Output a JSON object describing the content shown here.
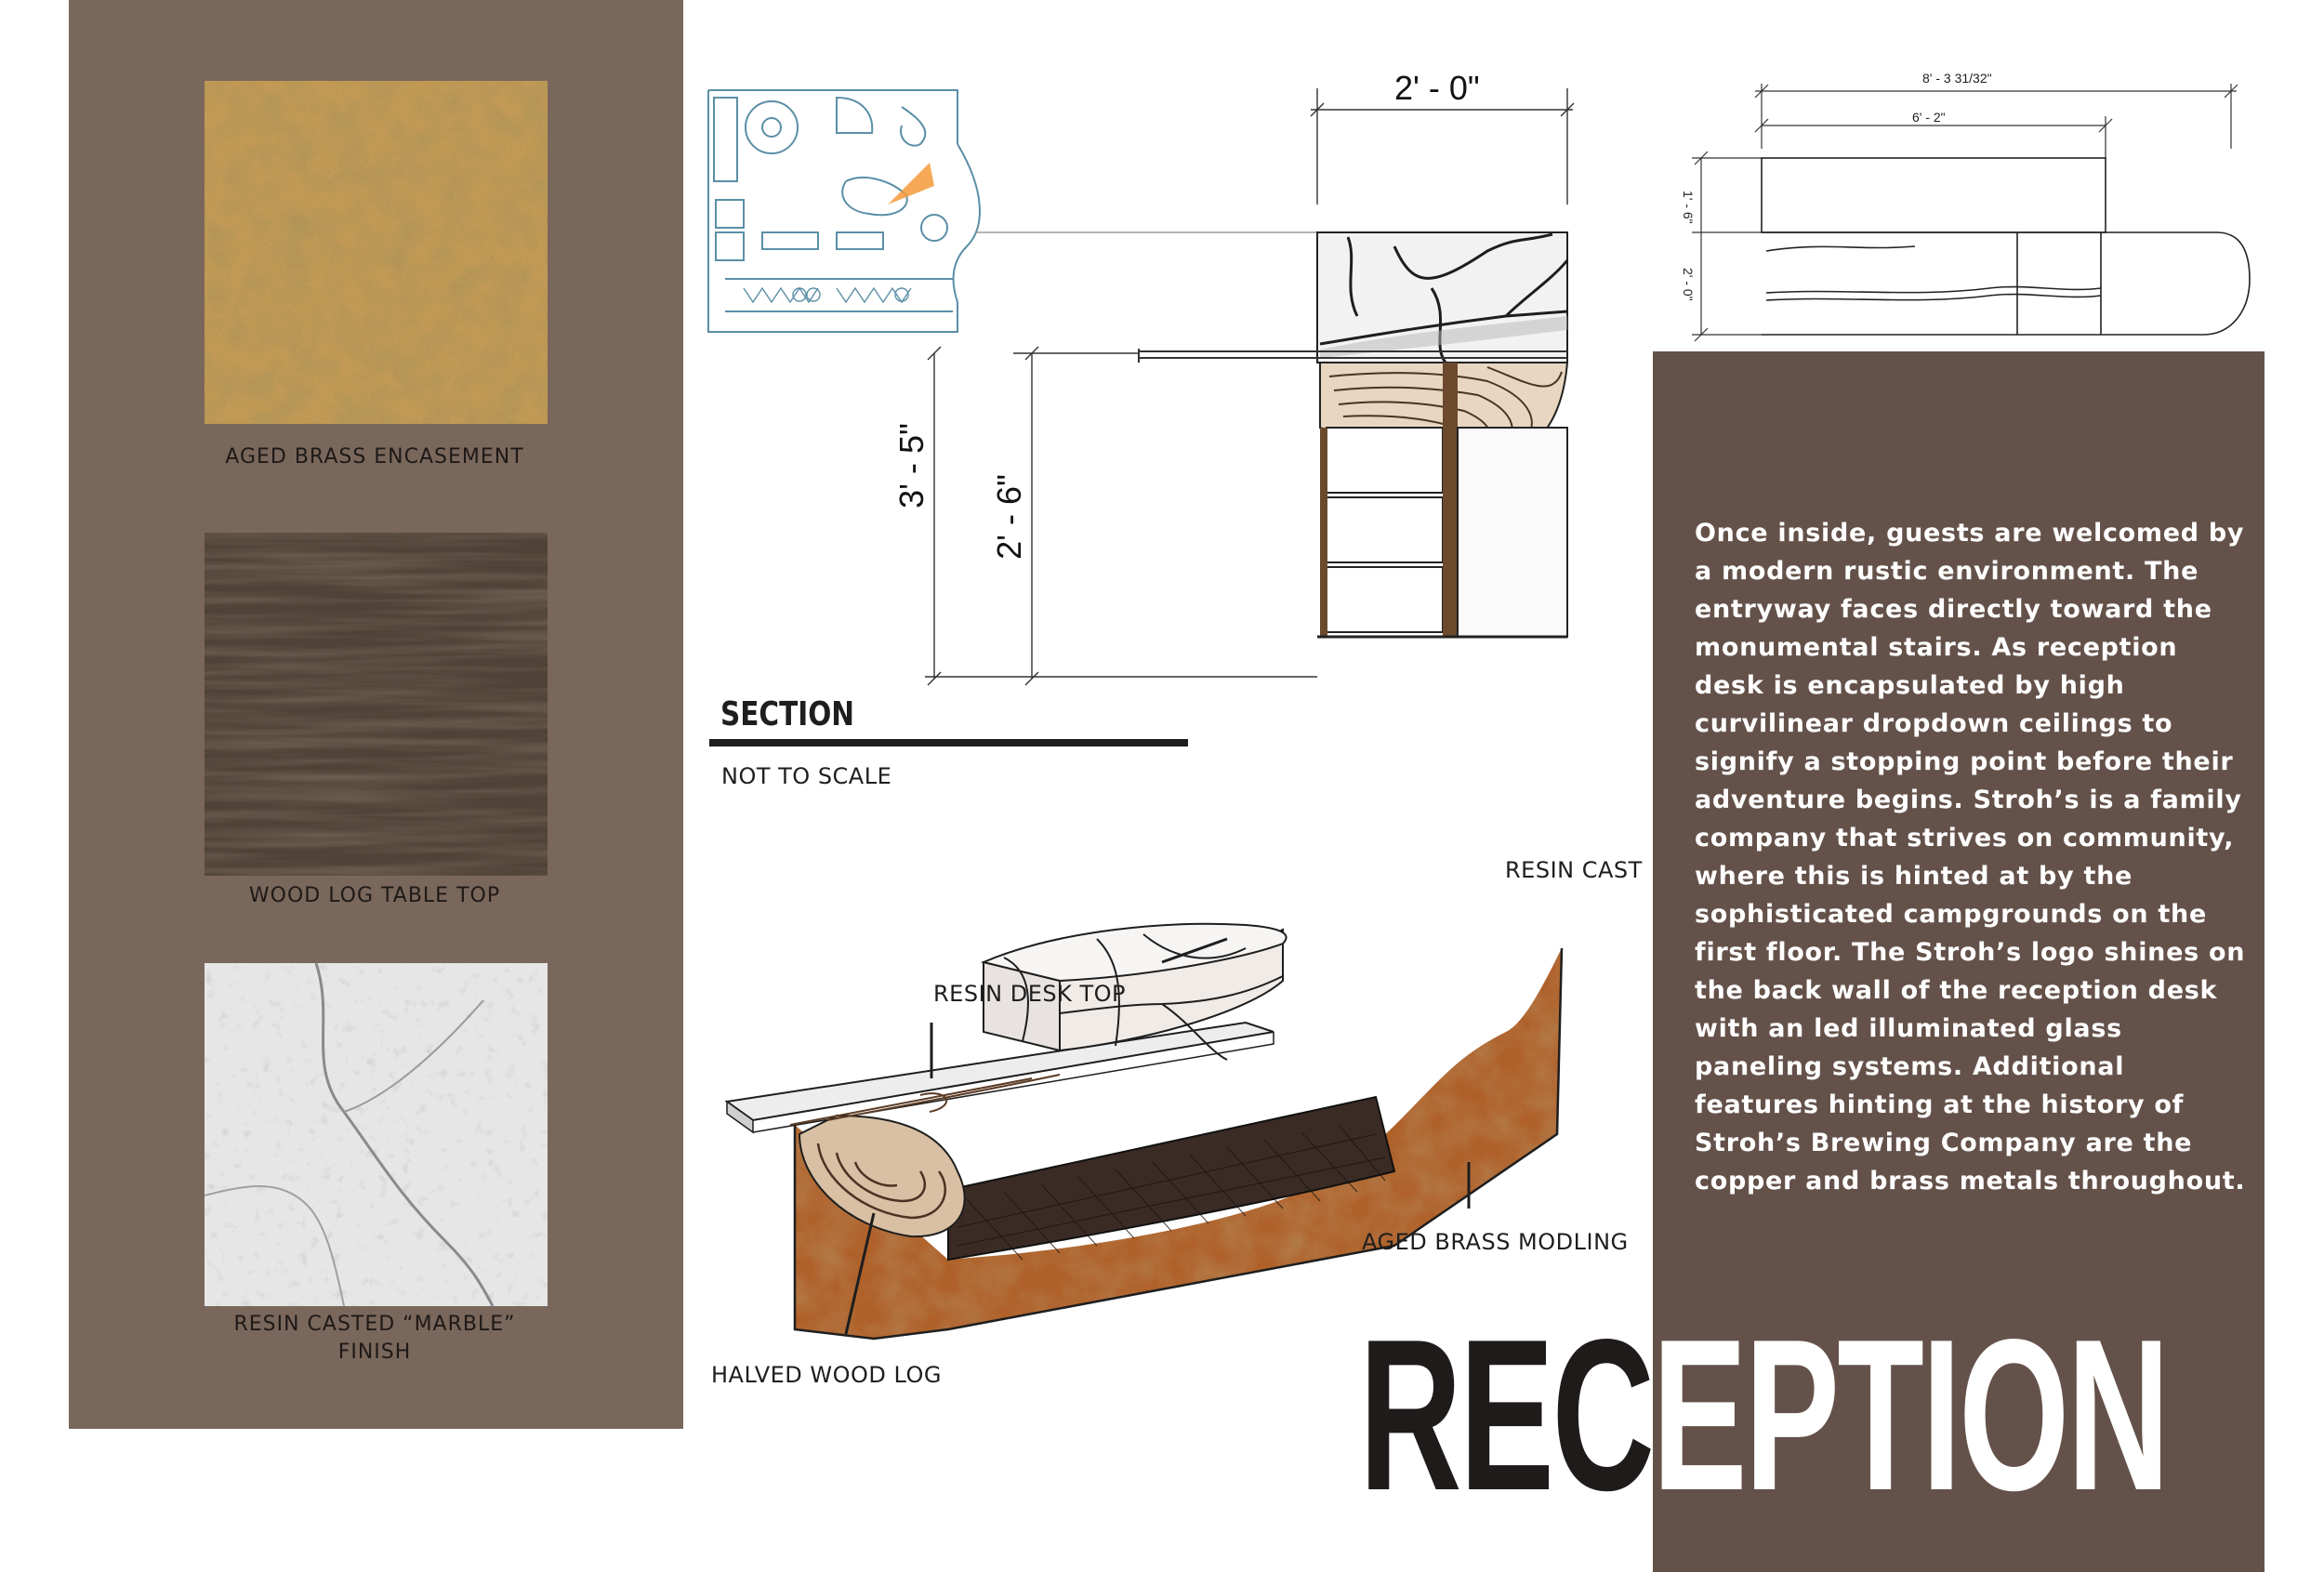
{
  "colors": {
    "left_panel": "#7a675c",
    "text_panel": "#64524a",
    "dark_text": "#1e1b1a",
    "accent_orange": "#f39a3a",
    "plan_blue": "#5b8fa6"
  },
  "materials": [
    {
      "label": "AGED BRASS ENCASEMENT",
      "icon": "aged-brass-texture"
    },
    {
      "label": "WOOD LOG TABLE TOP",
      "icon": "wood-log-texture"
    },
    {
      "label": "RESIN CASTED “MARBLE”",
      "label_line2": "FINISH",
      "icon": "resin-marble-texture"
    }
  ],
  "section": {
    "title": "SECTION",
    "scale_note": "NOT TO SCALE",
    "dim_top": "2' - 0\"",
    "dim_tall": "3' - 5\"",
    "dim_counter": "2' - 6\""
  },
  "plan_dims": {
    "overall": "8' - 3 31/32\"",
    "inner": "6' - 2\"",
    "height_upper": "1' - 6\"",
    "height_lower": "2' - 0\""
  },
  "callouts": {
    "resin_cast": "RESIN CAST",
    "resin_desk_top": "RESIN DESK TOP",
    "aged_brass_modling": "AGED BRASS MODLING",
    "halved_wood_log": "HALVED WOOD LOG"
  },
  "description": "Once inside, guests are welcomed by a modern rustic environment. The entryway faces directly toward the monumental stairs. As reception desk is encapsulated by high curvilinear dropdown ceilings to signify a stopping point before their adventure begins. Stroh’s is a family company that strives on community, where this is hinted at by the sophisticated campgrounds on the first floor. The Stroh’s logo shines on the back wall of the reception desk with an led illuminated glass paneling systems. Additional features hinting at the history of Stroh’s Brewing Company are the copper and brass metals throughout.",
  "title": {
    "text": "RECEPTION",
    "dark_part": "REC",
    "light_part": "EPTION"
  }
}
